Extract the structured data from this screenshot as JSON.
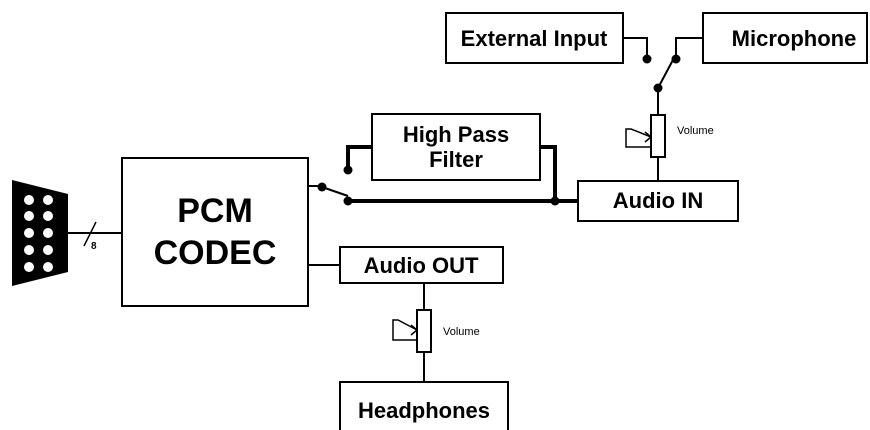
{
  "blocks": {
    "external_input": "External Input",
    "microphone": "Microphone",
    "high_pass_line1": "High Pass",
    "high_pass_line2": "Filter",
    "audio_in": "Audio IN",
    "pcm_line1": "PCM",
    "pcm_line2": "CODEC",
    "audio_out": "Audio OUT",
    "headphones": "Headphones"
  },
  "volume_labels": {
    "input_volume": "Volume",
    "output_volume": "Volume"
  },
  "bus_width_label": "8"
}
